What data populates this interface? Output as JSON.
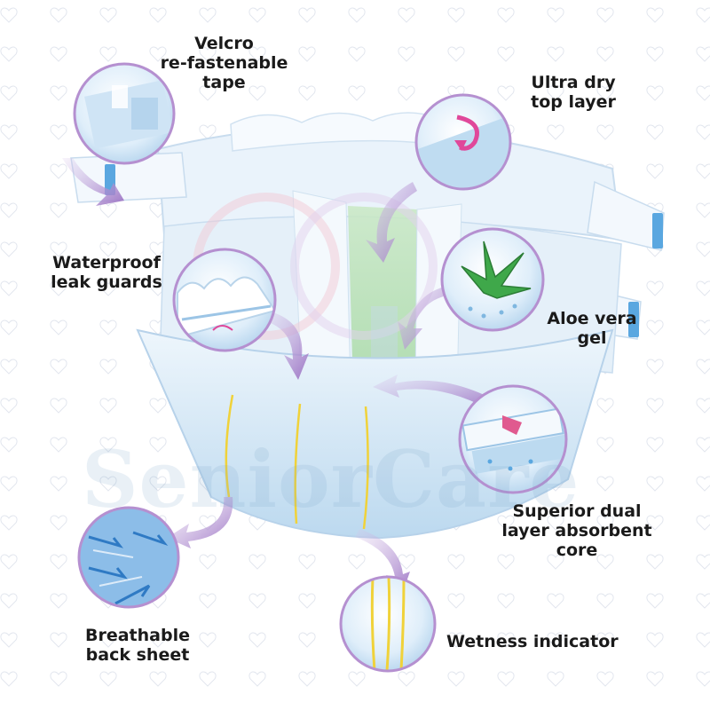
{
  "labels": {
    "velcro": [
      "Velcro",
      "re-fastenable",
      "tape"
    ],
    "ultra_dry": [
      "Ultra dry",
      "top layer"
    ],
    "waterproof": [
      "Waterproof",
      "leak guards"
    ],
    "aloe": [
      "Aloe vera",
      "gel"
    ],
    "core": [
      "Superior dual",
      "layer absorbent",
      "core"
    ],
    "breathable": [
      "Breathable",
      "back sheet"
    ],
    "wetness": "Wetness indicator"
  },
  "watermark": {
    "brand": "SeniorCare"
  },
  "colors": {
    "circle_border": "#b590d0",
    "arrow": "#a985cc",
    "diaper_blue": "#cfe3f3",
    "indicator": "#f0d23a",
    "aloe": "#3fa84a",
    "tape_blue": "#5aa7e0"
  }
}
